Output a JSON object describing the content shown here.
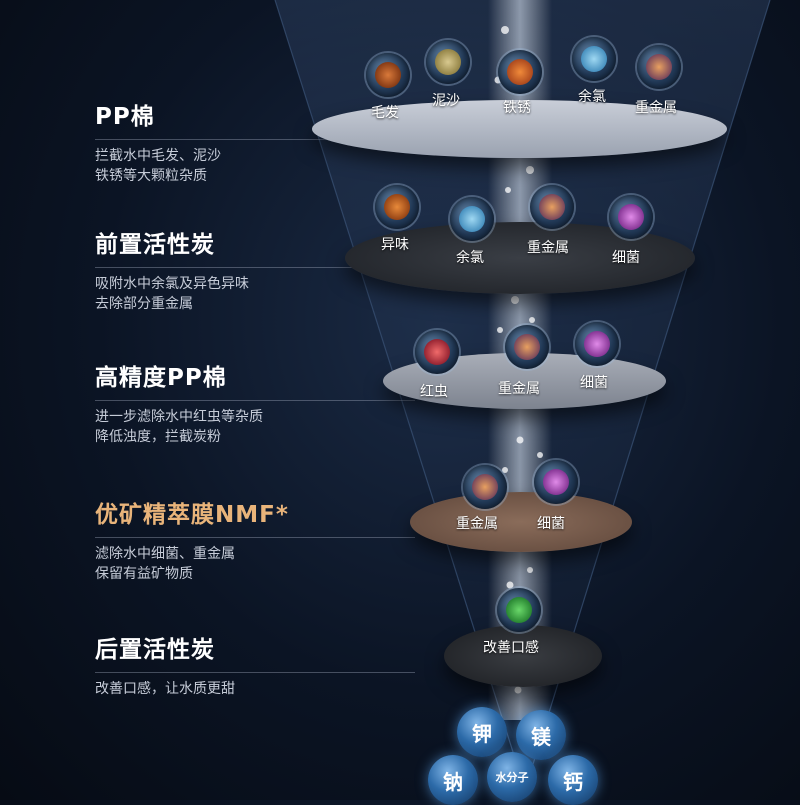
{
  "stages": [
    {
      "title": "PP棉",
      "desc_line1": "拦截水中毛发、泥沙",
      "desc_line2": "铁锈等大颗粒杂质"
    },
    {
      "title": "前置活性炭",
      "desc_line1": "吸附水中余氯及异色异味",
      "desc_line2": "去除部分重金属"
    },
    {
      "title": "高精度PP棉",
      "desc_line1": "进一步滤除水中红虫等杂质",
      "desc_line2": "降低浊度，拦截炭粉"
    },
    {
      "title": "优矿精萃膜NMF*",
      "desc_line1": "滤除水中细菌、重金属",
      "desc_line2": "保留有益矿物质"
    },
    {
      "title": "后置活性炭",
      "desc_line1": "改善口感，让水质更甜",
      "desc_line2": ""
    }
  ],
  "layer1": {
    "labels": [
      "毛发",
      "泥沙",
      "铁锈",
      "余氯",
      "重金属"
    ]
  },
  "layer2": {
    "labels": [
      "异味",
      "余氯",
      "重金属",
      "细菌"
    ]
  },
  "layer3": {
    "labels": [
      "红虫",
      "重金属",
      "细菌"
    ]
  },
  "layer4": {
    "labels": [
      "重金属",
      "细菌"
    ]
  },
  "layer5": {
    "labels": [
      "改善口感"
    ]
  },
  "minerals": {
    "potassium": "钾",
    "magnesium": "镁",
    "sodium": "钠",
    "water": "水分子",
    "calcium": "钙"
  },
  "colors": {
    "accent": "#e9b47a",
    "title": "#ffffff",
    "desc": "#c6ccd8"
  }
}
